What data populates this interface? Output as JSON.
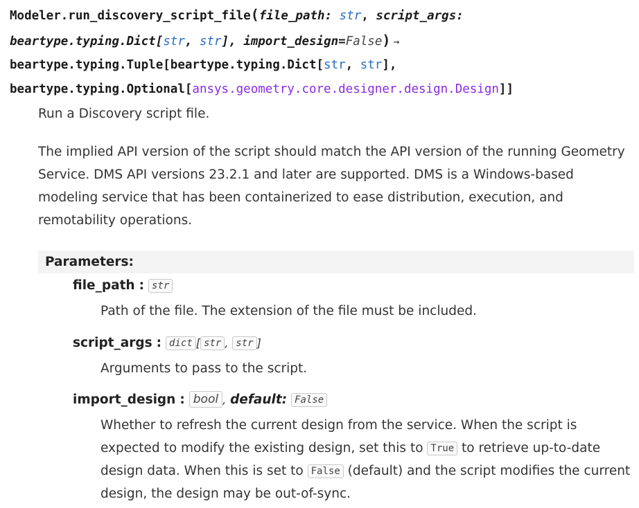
{
  "signature": {
    "class_prefix": "Modeler.",
    "method_name": "run_discovery_script_file",
    "open_paren": "(",
    "param1_name": "file_path:",
    "param1_type": "str",
    "param2_name": "script_args:",
    "param2_type_prefix": "beartype.typing.Dict[",
    "param2_type_k": "str",
    "param2_type_sep": ", ",
    "param2_type_v": "str",
    "param2_type_close": "],",
    "param3_name": "import_design=",
    "param3_default": "False",
    "close_paren": ")",
    "arrow": "→",
    "return_line1_prefix": "beartype.typing.Tuple[beartype.typing.Dict[",
    "return_k": "str",
    "return_sep": ", ",
    "return_v": "str",
    "return_line1_close": "],",
    "return_line2_prefix": "beartype.typing.Optional[",
    "return_line2_type": "ansys.geometry.core.designer.design.Design",
    "return_line2_close": "]]"
  },
  "summary": "Run a Discovery script file.",
  "detail": "The implied API version of the script should match the API version of the running Geometry Service. DMS API versions 23.2.1 and later are supported. DMS is a Windows-based modeling service that has been containerized to ease distribution, execution, and remotability operations.",
  "parameters_label": "Parameters:",
  "params": {
    "file_path": {
      "name": "file_path",
      "type": "str",
      "description": "Path of the file. The extension of the file must be included."
    },
    "script_args": {
      "name": "script_args",
      "type_outer": "dict",
      "open_bracket": "[",
      "type_k": "str",
      "comma": ",",
      "type_v": "str",
      "close_bracket": "]",
      "description": "Arguments to pass to the script."
    },
    "import_design": {
      "name": "import_design",
      "type": "bool",
      "comma": ",",
      "default_label": "default:",
      "default_value": "False",
      "desc_part1": "Whether to refresh the current design from the service. When the script is expected to modify the existing design, set this to",
      "desc_code1": "True",
      "desc_part2": "to retrieve up-to-date design data. When this is set to",
      "desc_code2": "False",
      "desc_part3": "(default) and the script modifies the current design, the design may be out-of-sync."
    }
  },
  "colon": ":"
}
